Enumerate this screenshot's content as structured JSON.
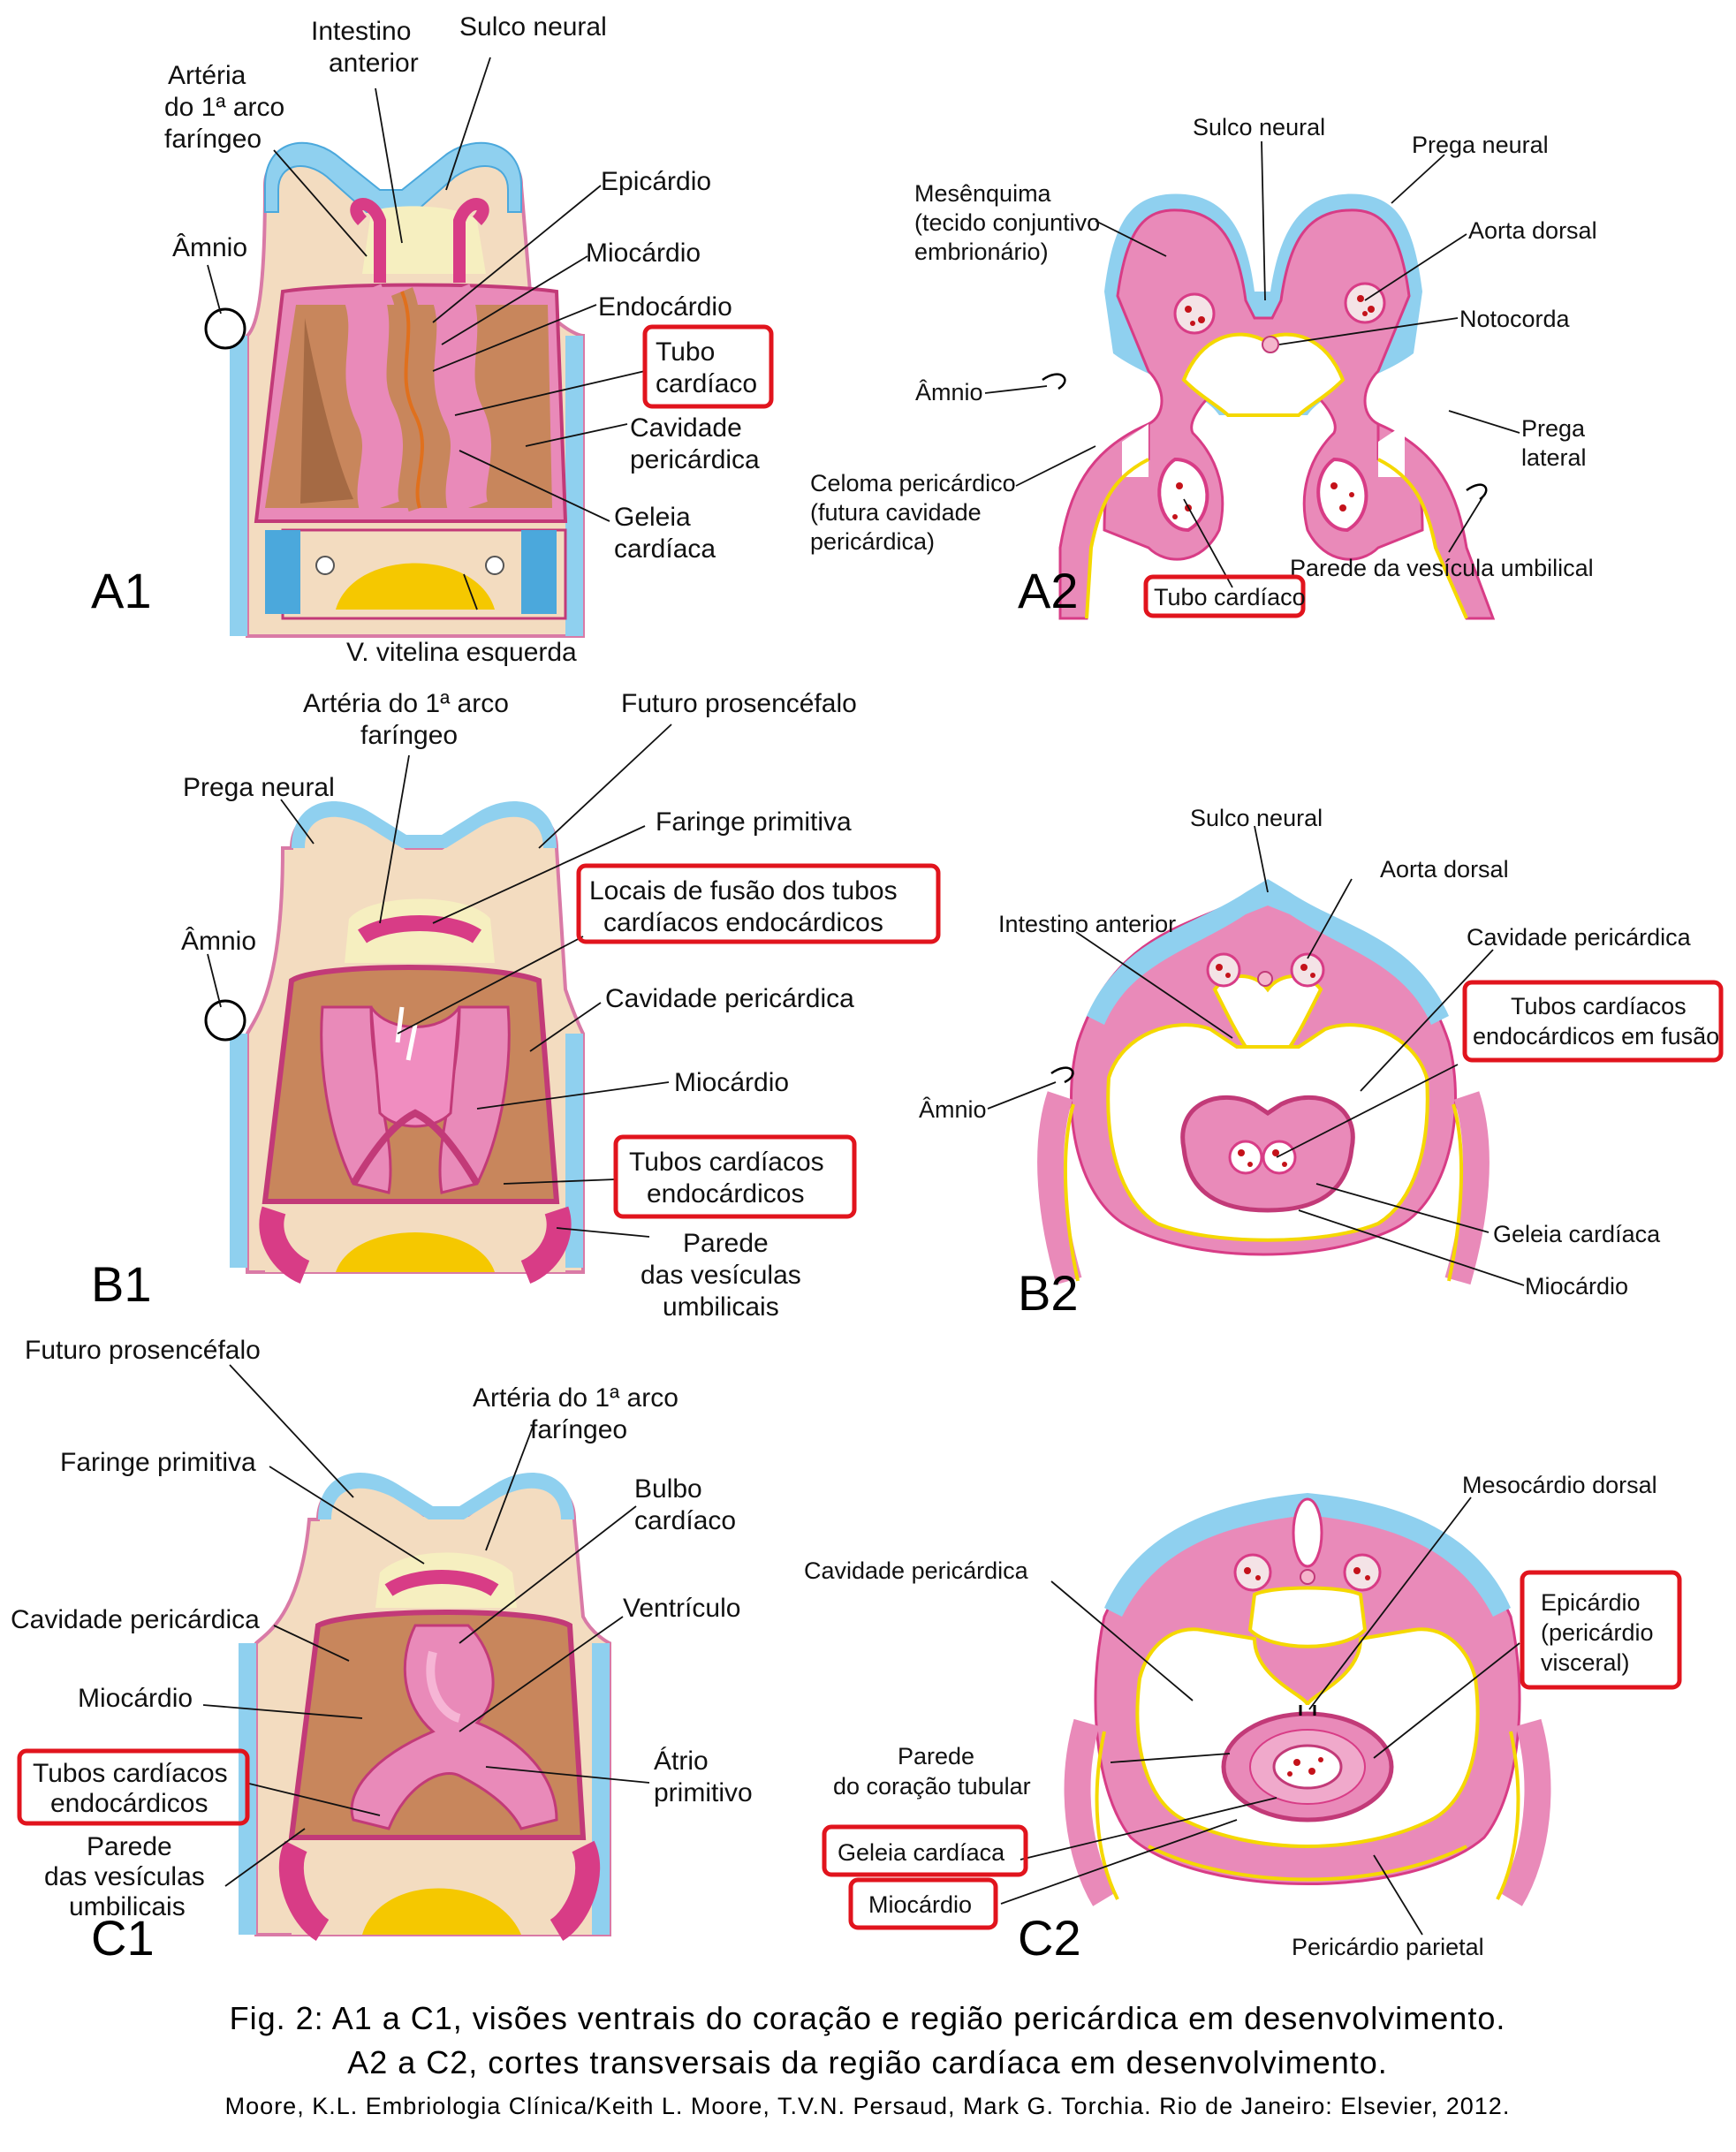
{
  "panels": {
    "A1": {
      "id": "A1",
      "labels": {
        "sulco_neural": "Sulco neural",
        "intestino_anterior": [
          "Intestino",
          "anterior"
        ],
        "arteria_arco": [
          "Artéria",
          "do 1ª arco",
          "faríngeo"
        ],
        "amnio": "Âmnio",
        "epicardio": "Epicárdio",
        "miocardio": "Miocárdio",
        "endocardio": "Endocárdio",
        "tubo_cardiaco": [
          "Tubo",
          "cardíaco"
        ],
        "cavidade_pericardica": [
          "Cavidade",
          "pericárdica"
        ],
        "geleia_cardiaca": [
          "Geleia",
          "cardíaca"
        ],
        "v_vitelina": "V. vitelina esquerda"
      }
    },
    "A2": {
      "id": "A2",
      "labels": {
        "sulco_neural": "Sulco neural",
        "prega_neural": "Prega neural",
        "mesenquima": [
          "Mesênquima",
          "(tecido conjuntivo",
          "embrionário)"
        ],
        "aorta_dorsal": "Aorta dorsal",
        "notocorda": "Notocorda",
        "amnio": "Âmnio",
        "prega_lateral": [
          "Prega",
          "lateral"
        ],
        "celoma": [
          "Celoma pericárdico",
          "(futura cavidade",
          "pericárdica)"
        ],
        "parede_vesicula": "Parede da vesícula umbilical",
        "tubo_cardiaco": "Tubo cardíaco"
      }
    },
    "B1": {
      "id": "B1",
      "labels": {
        "arteria_arco": [
          "Artéria do 1ª arco",
          "faríngeo"
        ],
        "futuro_prosencefalo": "Futuro prosencéfalo",
        "prega_neural": "Prega neural",
        "faringe_primitiva": "Faringe primitiva",
        "amnio": "Âmnio",
        "locais_fusao": [
          "Locais de fusão dos tubos",
          "cardíacos endocárdicos"
        ],
        "cavidade_pericardica": "Cavidade pericárdica",
        "miocardio": "Miocárdio",
        "tubos_endocardicos": [
          "Tubos cardíacos",
          "endocárdicos"
        ],
        "parede_vesiculas": [
          "Parede",
          "das vesículas",
          "umbilicais"
        ]
      }
    },
    "B2": {
      "id": "B2",
      "labels": {
        "sulco_neural": "Sulco neural",
        "aorta_dorsal": "Aorta dorsal",
        "intestino_anterior": "Intestino anterior",
        "cavidade_pericardica": "Cavidade pericárdica",
        "tubos_fusao": [
          "Tubos cardíacos",
          "endocárdicos em fusão"
        ],
        "amnio": "Âmnio",
        "geleia_cardiaca": "Geleia cardíaca",
        "miocardio": "Miocárdio"
      }
    },
    "C1": {
      "id": "C1",
      "labels": {
        "futuro_prosencefalo": "Futuro prosencéfalo",
        "arteria_arco": [
          "Artéria do 1ª arco",
          "faríngeo"
        ],
        "faringe_primitiva": "Faringe primitiva",
        "bulbo_cardiaco": [
          "Bulbo",
          "cardíaco"
        ],
        "cavidade_pericardica": "Cavidade pericárdica",
        "ventriculo": "Ventrículo",
        "miocardio": "Miocárdio",
        "atrio_primitivo": [
          "Átrio",
          "primitivo"
        ],
        "tubos_endocardicos": [
          "Tubos cardíacos",
          "endocárdicos"
        ],
        "parede_vesiculas": [
          "Parede",
          "das vesículas",
          "umbilicais"
        ]
      }
    },
    "C2": {
      "id": "C2",
      "labels": {
        "mesocardio_dorsal": "Mesocárdio dorsal",
        "cavidade_pericardica": "Cavidade pericárdica",
        "epicardio": [
          "Epicárdio",
          "(pericárdio",
          "visceral)"
        ],
        "parede_coracao": [
          "Parede",
          "do coração tubular"
        ],
        "geleia_cardiaca": "Geleia cardíaca",
        "miocardio": "Miocárdio",
        "pericardio_parietal": "Pericárdio parietal"
      }
    }
  },
  "caption": {
    "line1": "Fig. 2: A1 a C1, visões ventrais do coração e região pericárdica  em desenvolvimento.",
    "line2": "A2 a C2, cortes transversais da região cardíaca  em desenvolvimento.",
    "line3": "Moore, K.L. Embriologia Clínica/Keith L. Moore, T.V.N. Persaud, Mark G. Torchia. Rio de Janeiro: Elsevier, 2012."
  },
  "colors": {
    "ectoderm_blue": "#8fd0ef",
    "mesoderm_pink": "#e98ab9",
    "deep_pink": "#d83c86",
    "endoderm_yellow": "#f5d800",
    "cavity_brown": "#c8865c",
    "skin_tan": "#f3dcc0",
    "highlight_red": "#e1141d"
  }
}
